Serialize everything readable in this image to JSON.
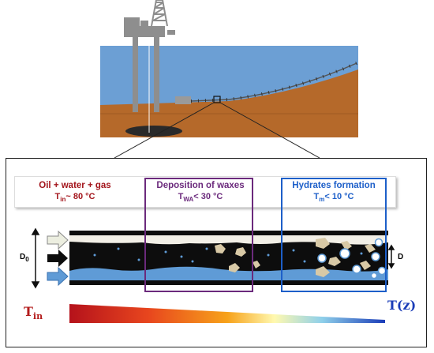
{
  "panels": {
    "oil": {
      "title": "Oil + water + gas",
      "temp_symbol": "T",
      "temp_sub": "in",
      "temp_value": "~ 80 °C",
      "color": "#a3141b"
    },
    "waxes": {
      "title": "Deposition of waxes",
      "temp_symbol": "T",
      "temp_sub": "WA",
      "temp_value": "< 30 °C",
      "color": "#6b2a7c"
    },
    "hydrates": {
      "title": "Hydrates formation",
      "temp_symbol": "T",
      "temp_sub": "m",
      "temp_value": "< 10 °C",
      "color": "#1d5fc9"
    }
  },
  "pipe": {
    "diameter_initial": "D",
    "diameter_initial_sub": "0",
    "diameter_reduced": "D"
  },
  "gradient": {
    "start_symbol": "T",
    "start_sub": "in",
    "end_label": "T(z)",
    "start_color": "#b31b1b",
    "end_color": "#1a3cb8"
  },
  "colors": {
    "sky": "#ffffff",
    "sea": "#6c9fd4",
    "seabed": "#b5692a",
    "pipe_fill": "#0d0d0d",
    "water": "#5f9bd6",
    "wax": "#d8c9a6",
    "hydrate": "#ffffff"
  }
}
